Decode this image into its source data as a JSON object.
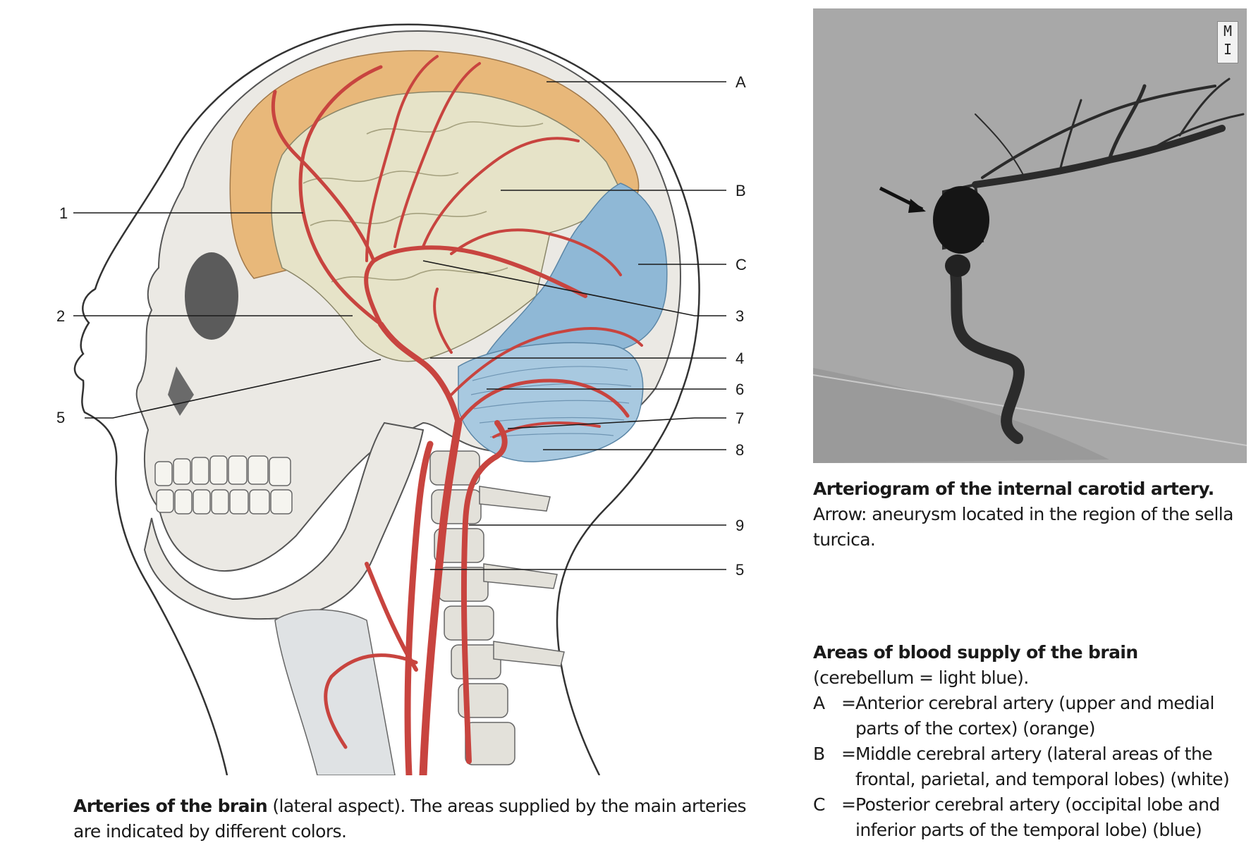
{
  "labels_left": [
    "1",
    "2",
    "5"
  ],
  "labels_right": [
    "A",
    "B",
    "C",
    "3",
    "4",
    "6",
    "7",
    "8",
    "9",
    "5"
  ],
  "xray": {
    "badge_top": "M",
    "badge_bottom": "I"
  },
  "caption_left": {
    "bold": "Arteries of the brain",
    "text": " (lateral aspect). The areas supplied by the main arteries are indicated by different colors."
  },
  "caption_arteriogram": {
    "bold": "Arteriogram of the internal carotid artery.",
    "text": "Arrow: aneurysm located in the region of the sella turcica."
  },
  "areas": {
    "title": "Areas of blood supply of the brain",
    "subtitle": "(cerebellum = light blue).",
    "items": [
      {
        "letter": "A",
        "eq": "=",
        "text": "Anterior cerebral artery (upper and medial parts of the cortex) (orange)"
      },
      {
        "letter": "B",
        "eq": "=",
        "text": "Middle cerebral artery (lateral areas of the frontal, parietal, and temporal lobes) (white)"
      },
      {
        "letter": "C",
        "eq": "=",
        "text": "Posterior cerebral artery (occipital lobe and inferior parts of the temporal lobe) (blue)"
      }
    ]
  },
  "colors": {
    "anterior_orange": "#e8b87a",
    "middle_white": "#e6e3c8",
    "posterior_blue": "#8fb8d6",
    "cerebellum_lightblue": "#a8c9e0",
    "artery_red": "#c8443f",
    "bone": "#ebe9e4",
    "xray_bg": "#a8a8a8"
  }
}
